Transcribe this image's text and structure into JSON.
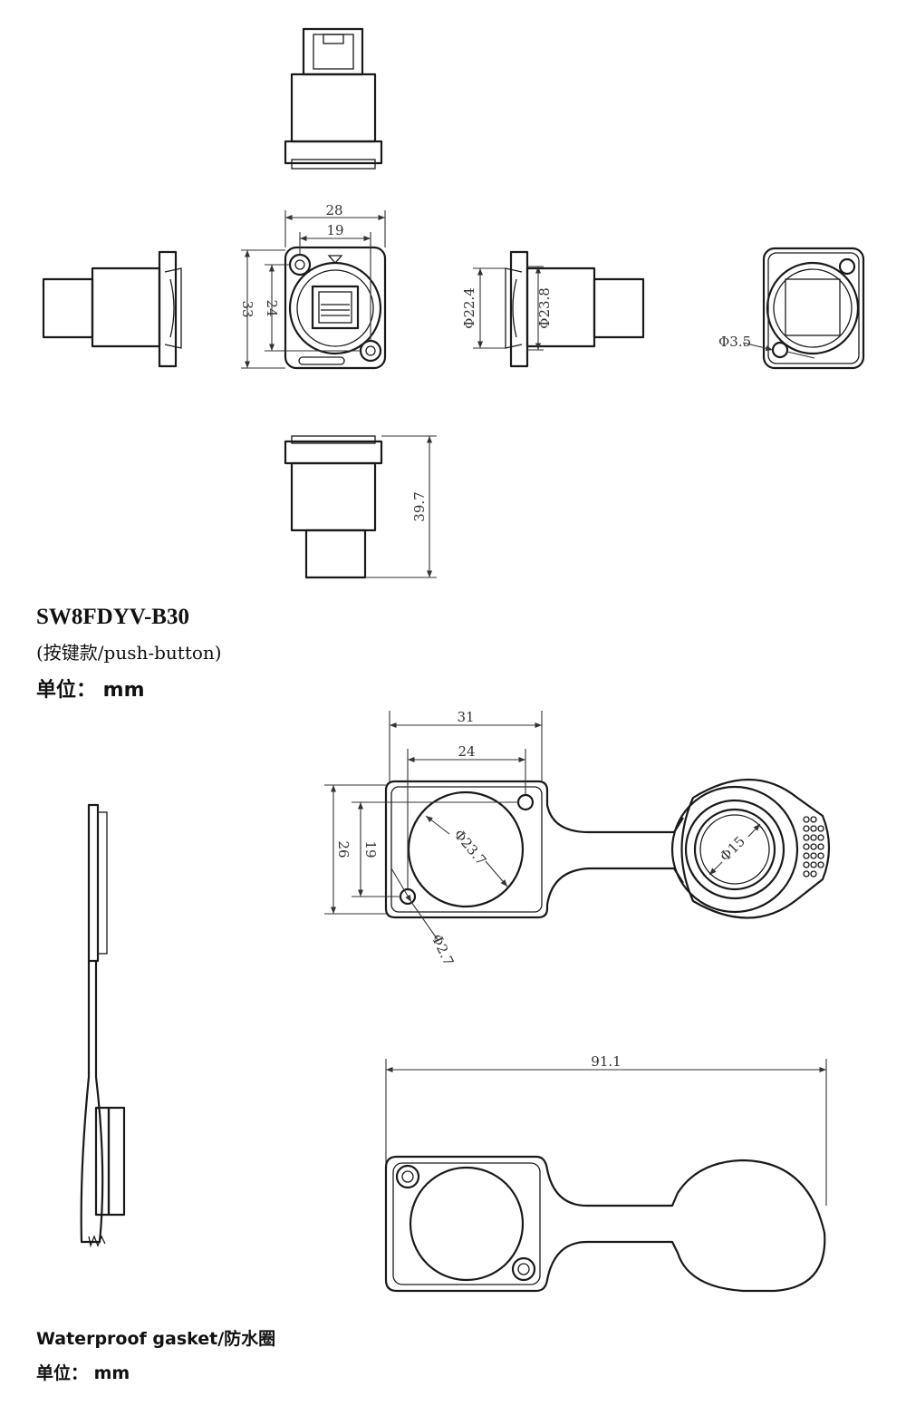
{
  "connector": {
    "model": "SW8FDYV-B30",
    "variant": "(按键款/push-button)",
    "unit": "单位： mm",
    "dims": {
      "width": "28",
      "hole_spacing_h": "19",
      "height": "33",
      "hole_spacing_v": "24",
      "diameter_inner": "Φ22.4",
      "diameter_outer": "Φ23.8",
      "mount_hole": "Φ3.5",
      "length": "39.7"
    }
  },
  "gasket": {
    "title": "Waterproof gasket/防水圈",
    "unit": "单位： mm",
    "dims": {
      "width": "31",
      "hole_spacing_h": "24",
      "height": "26",
      "hole_spacing_v": "19",
      "opening_diameter": "Φ23.7",
      "cap_diameter": "Φ15",
      "hole_diameter": "Φ2.7",
      "overall_length": "91.1"
    }
  }
}
